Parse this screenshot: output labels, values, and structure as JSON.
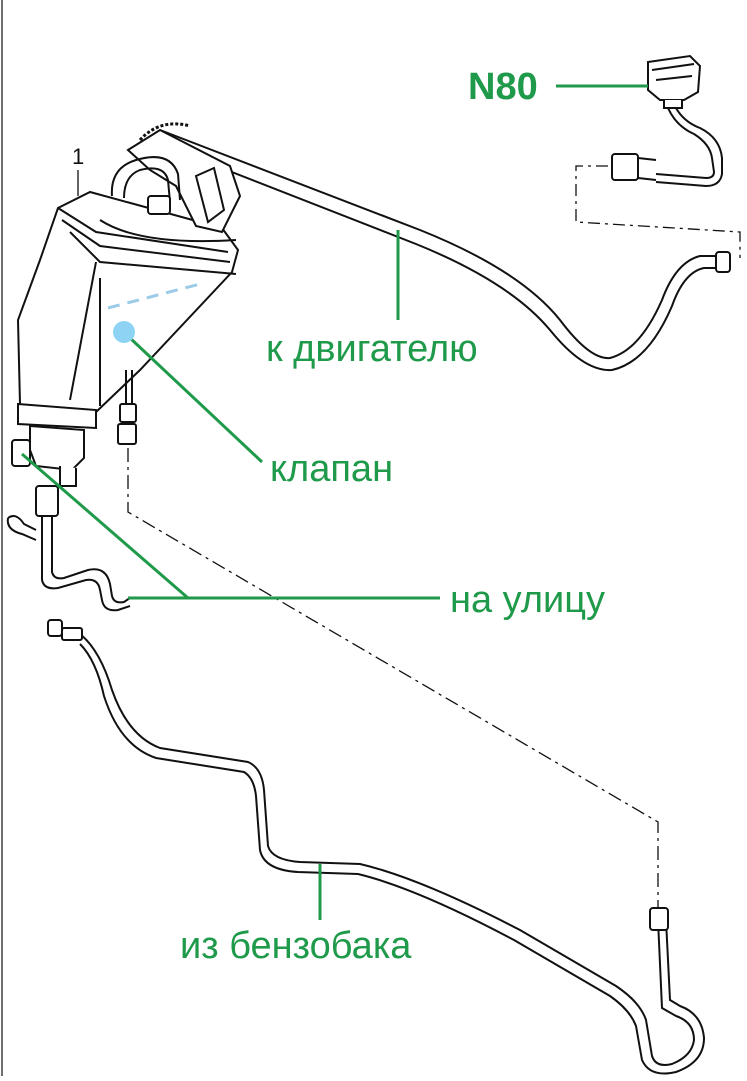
{
  "labels": {
    "part_number": "1",
    "valve_id": "N80",
    "to_engine": "к двигателю",
    "valve": "клапан",
    "to_outside": "на улицу",
    "from_tank": "из бензобака"
  },
  "colors": {
    "line_art": "#111111",
    "annotation": "#1f9a4a",
    "valve_marker": "#8fd3f4",
    "valve_dash": "#9ccbe8"
  }
}
